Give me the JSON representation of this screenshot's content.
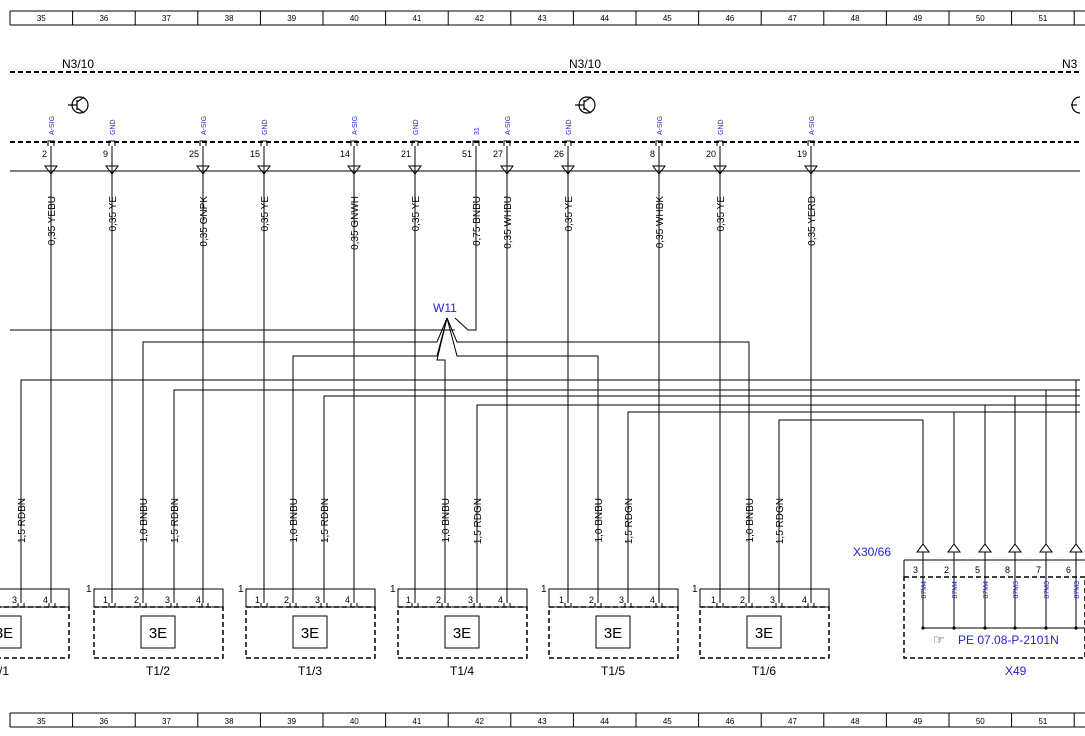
{
  "ruler": {
    "columns": [
      "35",
      "36",
      "37",
      "38",
      "39",
      "40",
      "41",
      "42",
      "43",
      "44",
      "45",
      "46",
      "47",
      "48",
      "49",
      "50",
      "51"
    ]
  },
  "components": {
    "n3_10_left": "N3/10",
    "n3_10_mid": "N3/10",
    "n3_10_right": "N3",
    "w11": "W11",
    "x30_66": "X30/66",
    "x49": "X49",
    "pe_reference": "PE 07.08-P-2101N"
  },
  "pins_top": [
    {
      "sig": "A-SIG",
      "pin": "2",
      "wire": "0,35 YEBU"
    },
    {
      "sig": "GND",
      "pin": "9",
      "wire": "0,35 YE"
    },
    {
      "sig": "A-SIG",
      "pin": "25",
      "wire": "0,35 GNPK"
    },
    {
      "sig": "GND",
      "pin": "15",
      "wire": "0,35 YE"
    },
    {
      "sig": "A-SIG",
      "pin": "14",
      "wire": "0,35 GNWH"
    },
    {
      "sig": "GND",
      "pin": "21",
      "wire": "0,35 YE"
    },
    {
      "sig": "31",
      "pin": "51",
      "wire": "0,75 BNBU"
    },
    {
      "sig": "A-SIG",
      "pin": "27",
      "wire": "0,35 WHBU"
    },
    {
      "sig": "GND",
      "pin": "26",
      "wire": "0,35 YE"
    },
    {
      "sig": "A-SIG",
      "pin": "8",
      "wire": "0,35 WHBK"
    },
    {
      "sig": "GND",
      "pin": "20",
      "wire": "0,35 YE"
    },
    {
      "sig": "A-SIG",
      "pin": "19",
      "wire": "0,35 YERD"
    }
  ],
  "lower_wires": {
    "first": "1,5 RDBN",
    "pairs": [
      [
        "1,0 BNBU",
        "1,5 RDBN"
      ],
      [
        "1,0 BNBU",
        "1,5 RDBN"
      ],
      [
        "1,0 BNBU",
        "1,5 RDGN"
      ],
      [
        "1,0 BNBU",
        "1,5 RDGN"
      ],
      [
        "1,0 BNBU",
        "1,5 RDGN"
      ]
    ]
  },
  "transformers": [
    {
      "label": "/1",
      "pins": [
        "3",
        "4"
      ]
    },
    {
      "label": "T1/2",
      "pins": [
        "1",
        "2",
        "3",
        "4"
      ]
    },
    {
      "label": "T1/3",
      "pins": [
        "1",
        "2",
        "3",
        "4"
      ]
    },
    {
      "label": "T1/4",
      "pins": [
        "1",
        "2",
        "3",
        "4"
      ]
    },
    {
      "label": "T1/5",
      "pins": [
        "1",
        "2",
        "3",
        "4"
      ]
    },
    {
      "label": "T1/6",
      "pins": [
        "1",
        "2",
        "3",
        "4"
      ]
    }
  ],
  "outer_pin_label": "1",
  "transformer_symbol": "transformer-icon",
  "x49_pins": [
    {
      "pin": "3",
      "sig": "87M4"
    },
    {
      "pin": "2",
      "sig": "87M4"
    },
    {
      "pin": "5",
      "sig": "87M4"
    },
    {
      "pin": "8",
      "sig": "87M3"
    },
    {
      "pin": "7",
      "sig": "87M3"
    },
    {
      "pin": "6",
      "sig": "87M3"
    }
  ],
  "colors": {
    "signal_blue": "#2222dd",
    "line": "#000000"
  }
}
